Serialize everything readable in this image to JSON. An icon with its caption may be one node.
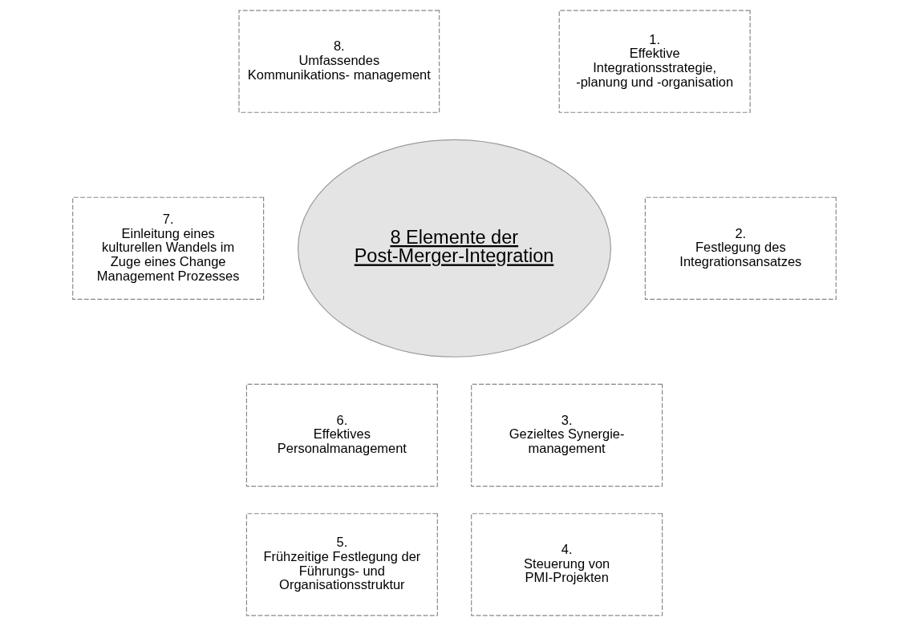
{
  "diagram": {
    "nodes": [
      {
        "text": [
          "8 Elemente der Post-Merger-Integration"
        ]
      },
      {
        "text": [
          "8.",
          "Umfassendes Kommunikations- management"
        ]
      },
      {
        "text": [
          "1.",
          "Effektive Integrationsstrategie, -planung und -organisation"
        ]
      },
      {
        "text": [
          "7.",
          "Einleitung eines kulturellen Wandels im Zuge eines Change Management Prozesses"
        ]
      },
      {
        "text": [
          "2.",
          "Festlegung des Integrationsansatzes"
        ]
      },
      {
        "text": [
          "6.",
          "Effektives Personalmanagement"
        ]
      },
      {
        "text": [
          "3.",
          "Gezieltes Synergie- management"
        ]
      },
      {
        "text": [
          "5.",
          "Frühzeitige Festlegung der Führungs- und Organisationsstruktur"
        ]
      },
      {
        "text": [
          "4.",
          "Steuerung von PMI-Projekten"
        ]
      }
    ],
    "edges": []
  }
}
